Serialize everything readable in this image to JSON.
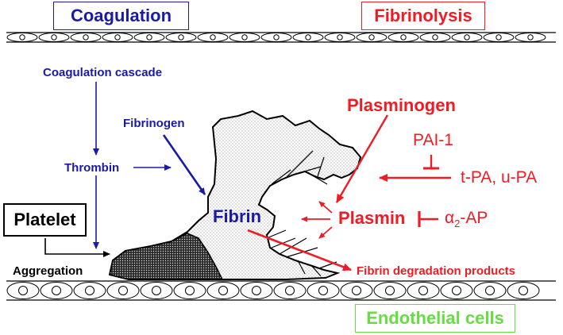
{
  "headers": {
    "coagulation": "Coagulation",
    "fibrinolysis": "Fibrinolysis",
    "endothelial": "Endothelial cells"
  },
  "labels": {
    "coag_cascade": "Coagulation cascade",
    "fibrinogen": "Fibrinogen",
    "thrombin": "Thrombin",
    "platelet": "Platelet",
    "aggregation": "Aggregation",
    "fibrin": "Fibrin",
    "plasminogen": "Plasminogen",
    "pai1": "PAI-1",
    "tpa_upa": "t-PA, u-PA",
    "plasmin": "Plasmin",
    "alpha": "α",
    "alpha_sub": "2",
    "alpha_rest": "-AP",
    "fdp": "Fibrin degradation products"
  },
  "colors": {
    "coagulation_blue": "#1a1aa6",
    "fibrinolysis_red": "#ee1c25",
    "endothelial_green": "#66dd44",
    "black": "#000000"
  }
}
